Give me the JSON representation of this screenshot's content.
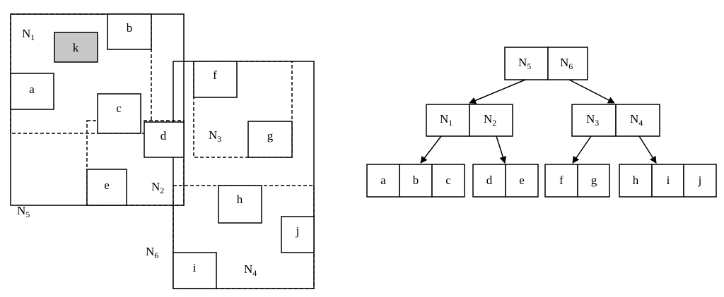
{
  "colors": {
    "line": "#000000",
    "background": "#ffffff",
    "highlight_fill": "#c8c8c8"
  },
  "left_diagram": {
    "objects": {
      "a": "a",
      "b": "b",
      "c": "c",
      "d": "d",
      "e": "e",
      "f": "f",
      "g": "g",
      "h": "h",
      "i": "i",
      "j": "j",
      "k": "k"
    },
    "regions": {
      "n1": {
        "base": "N",
        "sub": "1"
      },
      "n2": {
        "base": "N",
        "sub": "2"
      },
      "n3": {
        "base": "N",
        "sub": "3"
      },
      "n4": {
        "base": "N",
        "sub": "4"
      },
      "n5": {
        "base": "N",
        "sub": "5"
      },
      "n6": {
        "base": "N",
        "sub": "6"
      }
    },
    "highlighted_object": "k"
  },
  "tree": {
    "root": [
      {
        "base": "N",
        "sub": "5"
      },
      {
        "base": "N",
        "sub": "6"
      }
    ],
    "level1_left": [
      {
        "base": "N",
        "sub": "1"
      },
      {
        "base": "N",
        "sub": "2"
      }
    ],
    "level1_right": [
      {
        "base": "N",
        "sub": "3"
      },
      {
        "base": "N",
        "sub": "4"
      }
    ],
    "leaves": {
      "n1": [
        "a",
        "b",
        "c"
      ],
      "n2": [
        "d",
        "e"
      ],
      "n3": [
        "f",
        "g"
      ],
      "n4": [
        "h",
        "i",
        "j"
      ]
    }
  }
}
